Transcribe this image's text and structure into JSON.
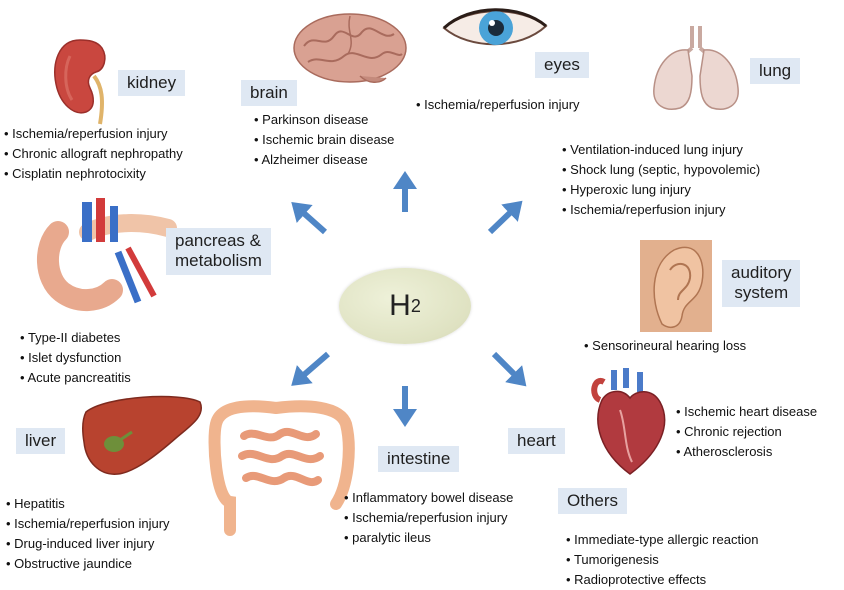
{
  "center": {
    "symbol": "H",
    "subscript": "2"
  },
  "organs": {
    "kidney": {
      "label": "kidney",
      "items": [
        "Ischemia/reperfusion injury",
        "Chronic allograft nephropathy",
        "Cisplatin nephrotocixity"
      ]
    },
    "brain": {
      "label": "brain",
      "items": [
        "Parkinson disease",
        "Ischemic brain disease",
        "Alzheimer disease"
      ]
    },
    "eyes": {
      "label": "eyes",
      "items": [
        "Ischemia/reperfusion injury"
      ]
    },
    "lung": {
      "label": "lung",
      "items": [
        "Ventilation-induced lung injury",
        "Shock lung (septic, hypovolemic)",
        "Hyperoxic lung injury",
        "Ischemia/reperfusion injury"
      ]
    },
    "pancreas": {
      "label_line1": "pancreas &",
      "label_line2": "metabolism",
      "items": [
        "Type-II diabetes",
        "Islet dysfunction",
        "Acute pancreatitis"
      ]
    },
    "auditory": {
      "label_line1": "auditory",
      "label_line2": "system",
      "items": [
        "Sensorineural hearing loss"
      ]
    },
    "liver": {
      "label": "liver",
      "items": [
        "Hepatitis",
        "Ischemia/reperfusion injury",
        "Drug-induced liver injury",
        "Obstructive jaundice"
      ]
    },
    "intestine": {
      "label": "intestine",
      "items": [
        "Inflammatory bowel disease",
        "Ischemia/reperfusion injury",
        "paralytic ileus"
      ]
    },
    "heart": {
      "label": "heart",
      "items": [
        "Ischemic heart disease",
        "Chronic rejection",
        "Atherosclerosis"
      ]
    },
    "others": {
      "label": "Others",
      "items": [
        "Immediate-type allergic reaction",
        "Tumorigenesis",
        "Radioprotective effects"
      ]
    }
  },
  "colors": {
    "arrow": "#4f86c6",
    "label_bg": "#dfe8f3",
    "center_fill": "#e2e5c6"
  }
}
